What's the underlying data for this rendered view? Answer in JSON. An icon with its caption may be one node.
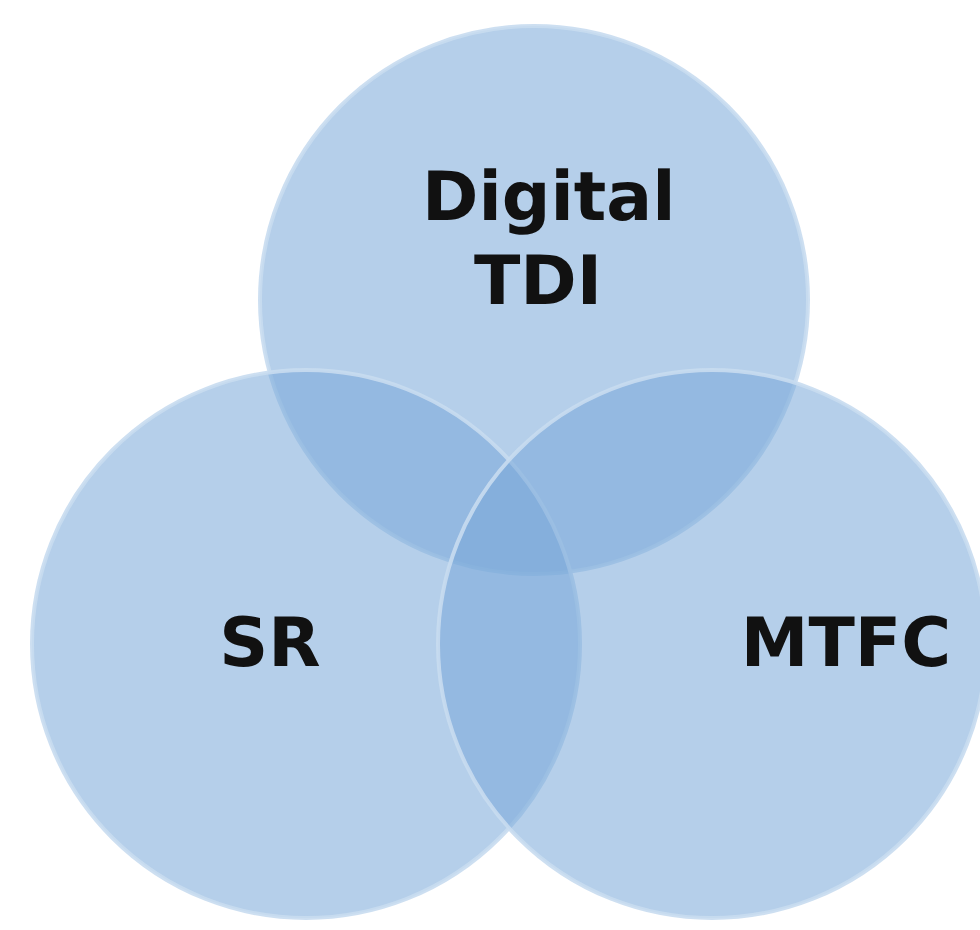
{
  "diagram": {
    "nodes": [
      {
        "text": [
          "Digital TDI"
        ]
      },
      {
        "text": [
          "SR"
        ]
      },
      {
        "text": [
          "MTFC"
        ]
      }
    ]
  }
}
